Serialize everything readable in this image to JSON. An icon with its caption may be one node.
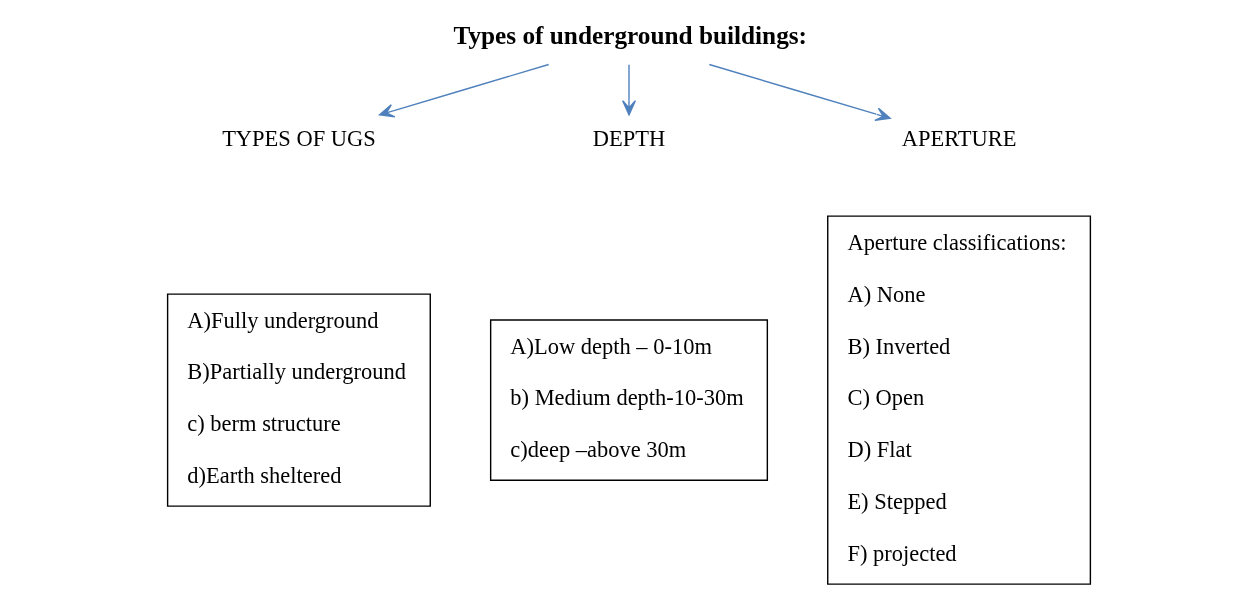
{
  "diagram": {
    "nodes": [
      {
        "text": [
          "Types of underground buildings:"
        ]
      },
      {
        "text": [
          "TYPES OF UGS"
        ]
      },
      {
        "text": [
          "DEPTH"
        ]
      },
      {
        "text": [
          "APERTURE"
        ]
      },
      {
        "text": [
          "A)Fully underground",
          "B)Partially underground",
          "c) berm structure",
          "d)Earth sheltered"
        ]
      },
      {
        "text": [
          "A)Low depth – 0-10m",
          "b) Medium depth-10-30m",
          "c)deep –above 30m"
        ]
      },
      {
        "text": [
          "Aperture classifications:",
          "A) None",
          "B) Inverted",
          "C) Open",
          "D) Flat",
          "E) Stepped",
          "F) projected"
        ]
      }
    ],
    "edges": [
      {
        "from": 0,
        "to": 1,
        "arrow": "to"
      },
      {
        "from": 0,
        "to": 2,
        "arrow": "to"
      },
      {
        "from": 0,
        "to": 3,
        "arrow": "to"
      }
    ]
  }
}
